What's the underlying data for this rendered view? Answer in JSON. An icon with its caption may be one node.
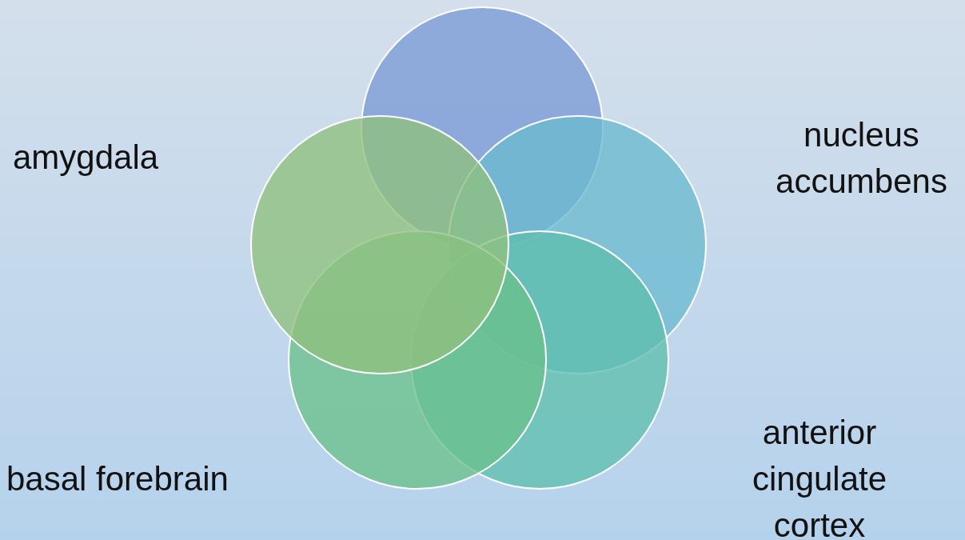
{
  "diagram": {
    "nodes": [
      {
        "text": [],
        "shape": "circle"
      },
      {
        "text": [],
        "shape": "circle"
      },
      {
        "text": [],
        "shape": "circle"
      },
      {
        "text": [],
        "shape": "circle"
      },
      {
        "text": [],
        "shape": "circle"
      }
    ],
    "labels": [
      "amygdala",
      "nucleus accumbens",
      "anterior cingulate cortex",
      "basal forebrain"
    ]
  }
}
